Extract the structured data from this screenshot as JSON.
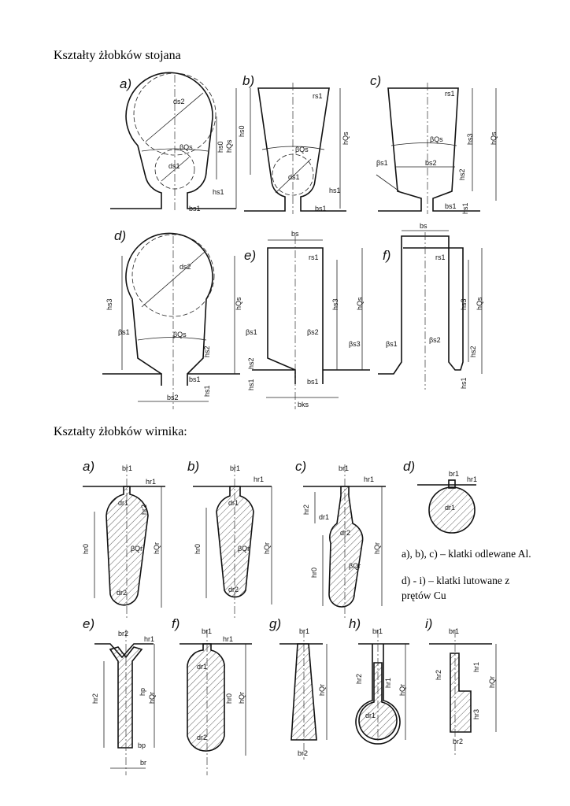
{
  "headings": {
    "stator": "Kształty żłobków stojana",
    "rotor": "Kształty żłobków wirnika:"
  },
  "notes": {
    "cast": "a), b), c) – klatki odlewane Al.",
    "brazed_1": "d) - i) – klatki lutowane z",
    "brazed_2": "prętów Cu"
  },
  "stator": {
    "a": {
      "letter": "a)",
      "l": [
        "ds2",
        "βQs",
        "ds1",
        "hs0",
        "hQs",
        "hs1",
        "bs1"
      ]
    },
    "b": {
      "letter": "b)",
      "l": [
        "rs1",
        "hs0",
        "βQs",
        "ds1",
        "hQs",
        "hs1",
        "bs1"
      ]
    },
    "c": {
      "letter": "c)",
      "l": [
        "rs1",
        "βQs",
        "bs2",
        "βs1",
        "hs3",
        "hQs",
        "hs2",
        "hs1",
        "bs1"
      ]
    },
    "d": {
      "letter": "d)",
      "l": [
        "ds2",
        "hs3",
        "βs1",
        "βQs",
        "hQs",
        "hs2",
        "hs1",
        "bs1",
        "bs2"
      ]
    },
    "e": {
      "letter": "e)",
      "l": [
        "bs",
        "rs1",
        "βs1",
        "βs2",
        "βs3",
        "hs3",
        "hQs",
        "hs2",
        "hs1",
        "bs1",
        "bks"
      ]
    },
    "f": {
      "letter": "f)",
      "l": [
        "bs",
        "rs1",
        "hs3",
        "hQs",
        "βs1",
        "βs2",
        "hs2",
        "hs1"
      ]
    }
  },
  "rotor": {
    "a": {
      "letter": "a)",
      "l": [
        "br1",
        "hr1",
        "dr1",
        "hr2",
        "hr0",
        "βQr",
        "hQr",
        "dr2"
      ]
    },
    "b": {
      "letter": "b)",
      "l": [
        "br1",
        "hr1",
        "dr1",
        "hr0",
        "βQr",
        "hQr",
        "dr2"
      ]
    },
    "c": {
      "letter": "c)",
      "l": [
        "br1",
        "hr1",
        "hr2",
        "dr1",
        "dr2",
        "hr0",
        "βQr",
        "hQr"
      ]
    },
    "d": {
      "letter": "d)",
      "l": [
        "br1",
        "hr1",
        "dr1"
      ]
    },
    "e": {
      "letter": "e)",
      "l": [
        "br2",
        "hr1",
        "hp",
        "hQr",
        "hr2",
        "bp",
        "br"
      ]
    },
    "f": {
      "letter": "f)",
      "l": [
        "br1",
        "hr1",
        "dr1",
        "hr0",
        "hQr",
        "dr2"
      ]
    },
    "g": {
      "letter": "g)",
      "l": [
        "br1",
        "hQr",
        "br2"
      ]
    },
    "h": {
      "letter": "h)",
      "l": [
        "br1",
        "hr1",
        "hr2",
        "hQr",
        "dr1"
      ]
    },
    "i": {
      "letter": "i)",
      "l": [
        "br1",
        "hr2",
        "hr1",
        "hQr",
        "hr3",
        "br2"
      ]
    }
  }
}
